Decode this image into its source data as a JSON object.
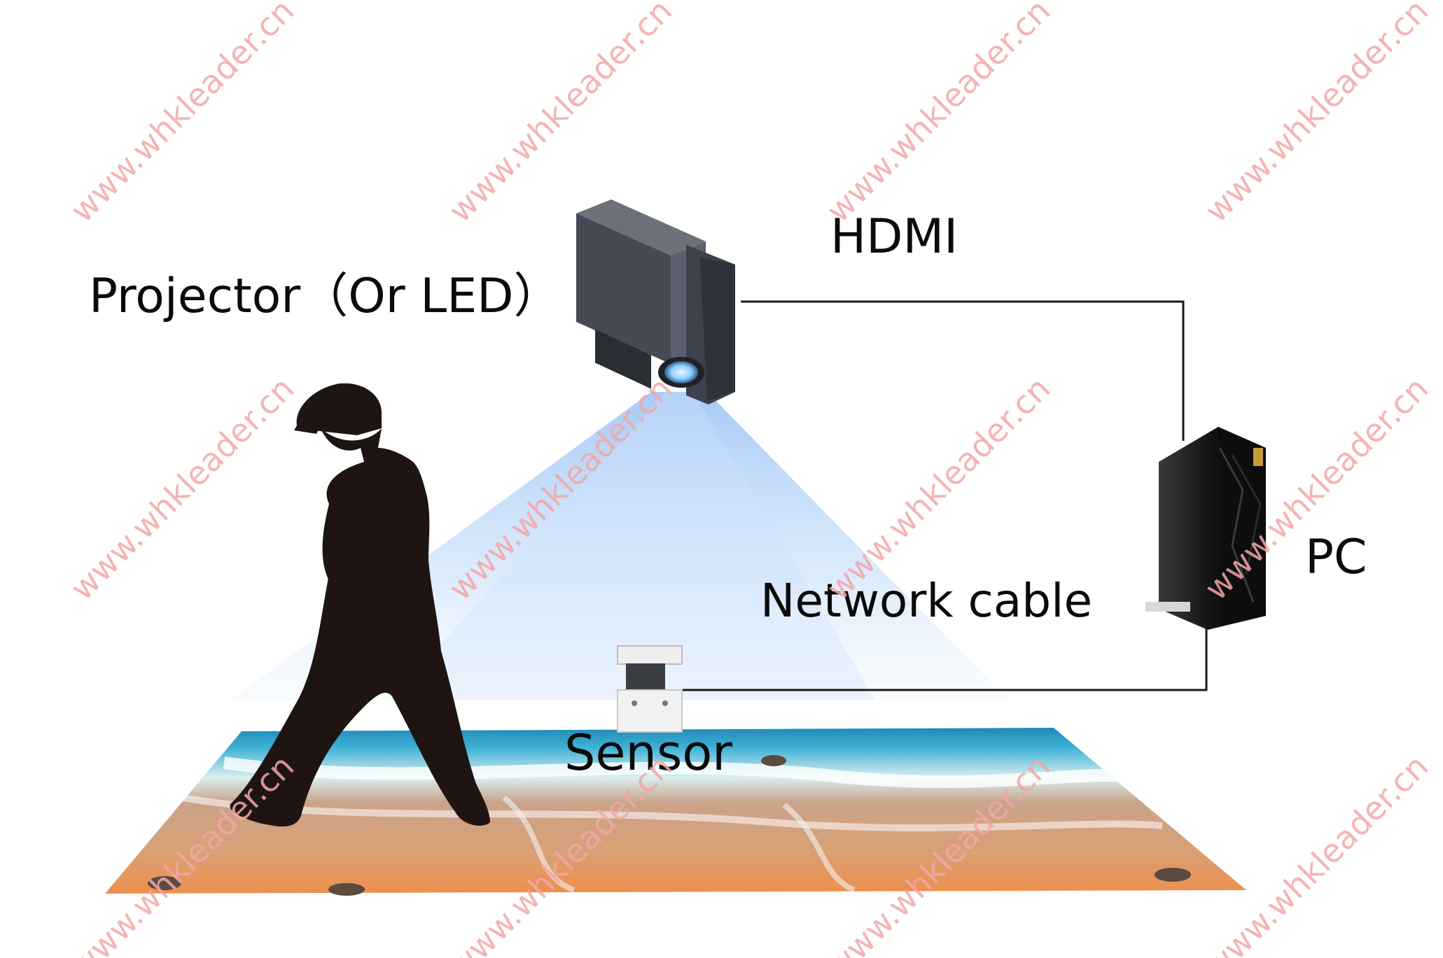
{
  "labels": {
    "projector": "Projector（Or LED）",
    "hdmi": "HDMI",
    "pc": "PC",
    "network_cable": "Network cable",
    "sensor": "Sensor"
  },
  "watermark": "www.whkleader.cn",
  "icons": {
    "projector": "projector-icon",
    "pc": "pc-tower-icon",
    "sensor": "lidar-sensor-icon",
    "person": "walking-person-icon"
  },
  "colors": {
    "beam": "#7fb6f0",
    "cable": "#1a1a1a",
    "water": "#2f9fc7",
    "sand": "#e8955a",
    "watermark": "#f3a7a7"
  }
}
